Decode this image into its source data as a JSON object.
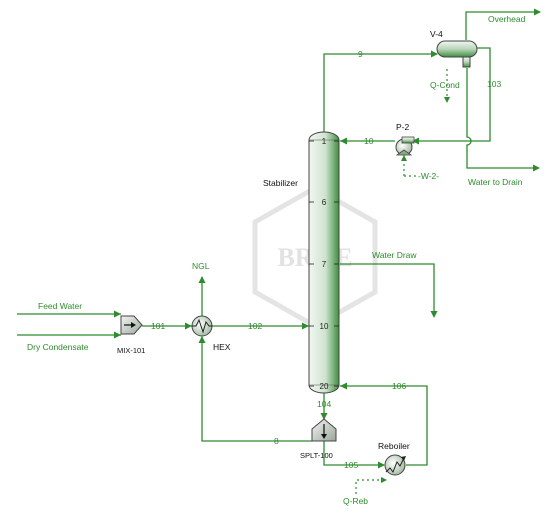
{
  "watermark": {
    "text": "BR&E"
  },
  "column": {
    "name": "Stabilizer",
    "trays": [
      "1",
      "6",
      "7",
      "10",
      "20"
    ]
  },
  "condenser": {
    "name": "V-4",
    "energy": "Q-Cond"
  },
  "pump": {
    "name": "P-2",
    "energy": "-W-2-"
  },
  "mixer": {
    "name": "MIX-101"
  },
  "exchanger": {
    "name": "HEX"
  },
  "splitter": {
    "name": "SPLT-100"
  },
  "reboiler": {
    "name": "Reboiler",
    "energy": "Q-Reb"
  },
  "streams": {
    "feed_water": "Feed Water",
    "dry_condensate": "Dry Condensate",
    "s101": "101",
    "s102": "102",
    "ngl": "NGL",
    "s9": "9",
    "s10": "10",
    "s103": "103",
    "overhead": "Overhead",
    "water_to_drain": "Water to Drain",
    "water_draw": "Water Draw",
    "s104": "104",
    "s105": "105",
    "s106": "106",
    "s8": "8"
  },
  "colors": {
    "stream": "#2e8b2e",
    "vessel_light": "#e8f2e8",
    "vessel_dark": "#3f8f3f"
  }
}
